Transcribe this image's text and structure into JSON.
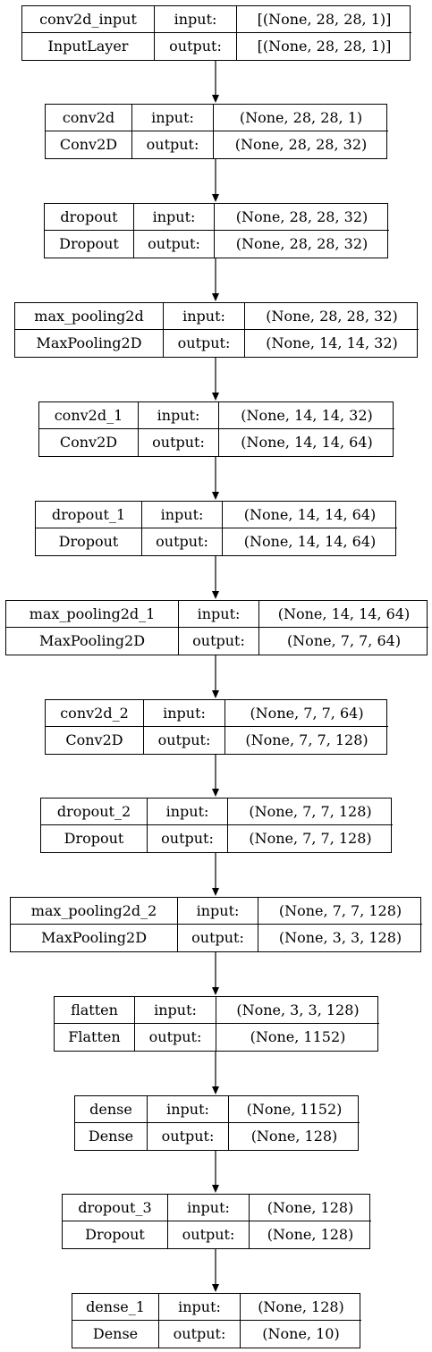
{
  "input_label": "input:",
  "output_label": "output:",
  "layers": [
    {
      "name": "conv2d_input",
      "type": "InputLayer",
      "input": "[(None, 28, 28, 1)]",
      "output": "[(None, 28, 28, 1)]"
    },
    {
      "name": "conv2d",
      "type": "Conv2D",
      "input": "(None, 28, 28, 1)",
      "output": "(None, 28, 28, 32)"
    },
    {
      "name": "dropout",
      "type": "Dropout",
      "input": "(None, 28, 28, 32)",
      "output": "(None, 28, 28, 32)"
    },
    {
      "name": "max_pooling2d",
      "type": "MaxPooling2D",
      "input": "(None, 28, 28, 32)",
      "output": "(None, 14, 14, 32)"
    },
    {
      "name": "conv2d_1",
      "type": "Conv2D",
      "input": "(None, 14, 14, 32)",
      "output": "(None, 14, 14, 64)"
    },
    {
      "name": "dropout_1",
      "type": "Dropout",
      "input": "(None, 14, 14, 64)",
      "output": "(None, 14, 14, 64)"
    },
    {
      "name": "max_pooling2d_1",
      "type": "MaxPooling2D",
      "input": "(None, 14, 14, 64)",
      "output": "(None, 7, 7, 64)"
    },
    {
      "name": "conv2d_2",
      "type": "Conv2D",
      "input": "(None, 7, 7, 64)",
      "output": "(None, 7, 7, 128)"
    },
    {
      "name": "dropout_2",
      "type": "Dropout",
      "input": "(None, 7, 7, 128)",
      "output": "(None, 7, 7, 128)"
    },
    {
      "name": "max_pooling2d_2",
      "type": "MaxPooling2D",
      "input": "(None, 7, 7, 128)",
      "output": "(None, 3, 3, 128)"
    },
    {
      "name": "flatten",
      "type": "Flatten",
      "input": "(None, 3, 3, 128)",
      "output": "(None, 1152)"
    },
    {
      "name": "dense",
      "type": "Dense",
      "input": "(None, 1152)",
      "output": "(None, 128)"
    },
    {
      "name": "dropout_3",
      "type": "Dropout",
      "input": "(None, 128)",
      "output": "(None, 128)"
    },
    {
      "name": "dense_1",
      "type": "Dense",
      "input": "(None, 128)",
      "output": "(None, 10)"
    }
  ]
}
